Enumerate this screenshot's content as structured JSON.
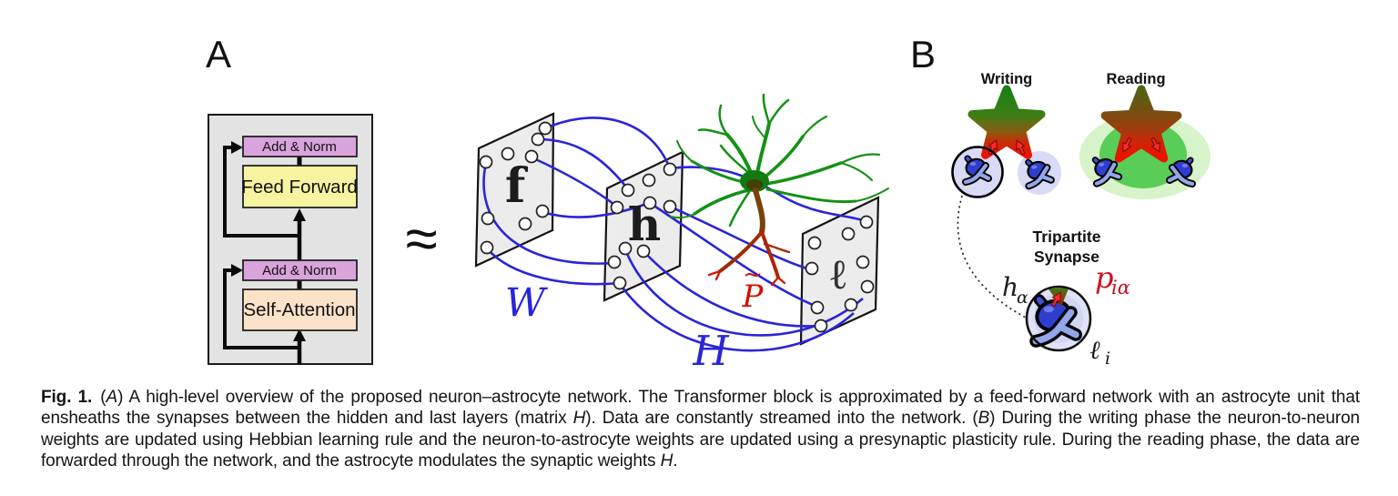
{
  "figure": {
    "panelA": {
      "label": "A",
      "approx_symbol": "≈",
      "transformer": {
        "add_norm_top": "Add & Norm",
        "feed_forward": "Feed Forward",
        "add_norm_bottom": "Add & Norm",
        "self_attention": "Self-Attention"
      },
      "colors": {
        "add_norm_fill": "#d9a3dc",
        "feed_forward_fill": "#f6f4a0",
        "self_attention_fill": "#fbe2c9",
        "container_fill": "#e3e3e3"
      }
    },
    "network": {
      "layer_labels": {
        "first": "f",
        "hidden": "h",
        "last": "ℓ"
      },
      "weight_labels": {
        "input_weights": "W",
        "synaptic_weights": "H"
      },
      "astrocyte_label": {
        "main": "P",
        "tilde": "~"
      },
      "colors": {
        "connections": "#2a24d9",
        "astrocyte_green": "#149114",
        "process_red": "#cc1b00",
        "label_red": "#d01000"
      }
    },
    "panelB": {
      "label": "B",
      "writing_label": "Writing",
      "reading_label": "Reading",
      "tripartite": {
        "title_line1": "Tripartite",
        "title_line2": "Synapse",
        "hidden_neuron": {
          "main": "h",
          "sub": "α"
        },
        "astro_process": {
          "main": "p",
          "sub": "iα"
        },
        "last_neuron": {
          "main": "ℓ",
          "sub": "i"
        }
      }
    },
    "caption": {
      "fig_label": "Fig. 1.",
      "open_a": "(",
      "a_italic": "A",
      "after_a": ") A high-level overview of the proposed neuron–astrocyte network. The Transformer block is approximated by a feed-forward network with an astrocyte unit that ensheaths the synapses between the hidden and last layers (matrix ",
      "h1_italic": "H",
      "after_h1": "). Data are constantly streamed into the network. (",
      "b_italic": "B",
      "after_b": ") During the writing phase the neuron-to-neuron weights are updated using Hebbian learning rule and the neuron-to-astrocyte weights are updated using a presynaptic plasticity rule. During the reading phase, the data are forwarded through the network, and the astrocyte modulates the synaptic weights ",
      "h2_italic": "H",
      "end": "."
    }
  }
}
